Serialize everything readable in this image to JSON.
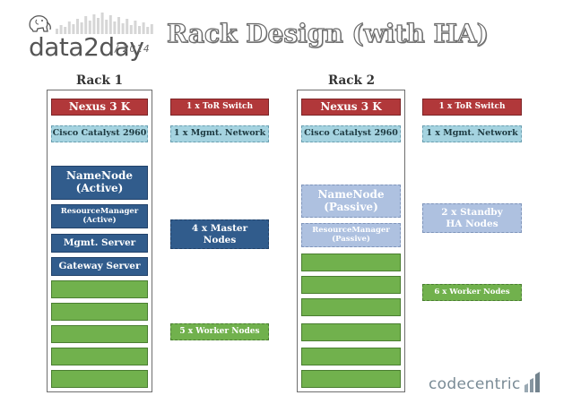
{
  "logo": {
    "text": "data2day",
    "year": "/ 2014"
  },
  "title": "Rack Design (with HA)",
  "colors": {
    "tor_red": "#b1383a",
    "mgmt_cyan": "#a5d3e0",
    "master_navy": "#315c8c",
    "passive_lavender": "#aec1e0",
    "worker_green": "#71b14d"
  },
  "rack1": {
    "label": "Rack 1",
    "nexus": "Nexus 3 K",
    "catalyst": "Cisco Catalyst 2960",
    "namenode_line1": "NameNode",
    "namenode_line2": "(Active)",
    "rm_line1": "ResourceManager",
    "rm_line2": "(Active)",
    "mgmt_server": "Mgmt. Server",
    "gateway_server": "Gateway Server",
    "worker_slots": 5
  },
  "rack1_legend": {
    "tor": "1 x ToR Switch",
    "mgmt_network": "1 x Mgmt. Network",
    "master_line1": "4 x Master",
    "master_line2": "Nodes",
    "workers": "5 x Worker Nodes"
  },
  "rack2": {
    "label": "Rack 2",
    "nexus": "Nexus 3 K",
    "catalyst": "Cisco Catalyst 2960",
    "namenode_line1": "NameNode",
    "namenode_line2": "(Passive)",
    "rm_line1": "ResourceManager",
    "rm_line2": "(Passive)",
    "worker_slots": 6
  },
  "rack2_legend": {
    "tor": "1 x ToR Switch",
    "mgmt_network": "1 x Mgmt. Network",
    "standby_line1": "2 x Standby",
    "standby_line2": "HA Nodes",
    "workers": "6 x Worker Nodes"
  },
  "footer": {
    "brand": "codecentric"
  },
  "icons": [
    "elephant-icon",
    "equalizer-bars-icon",
    "codecentric-logo-icon"
  ]
}
